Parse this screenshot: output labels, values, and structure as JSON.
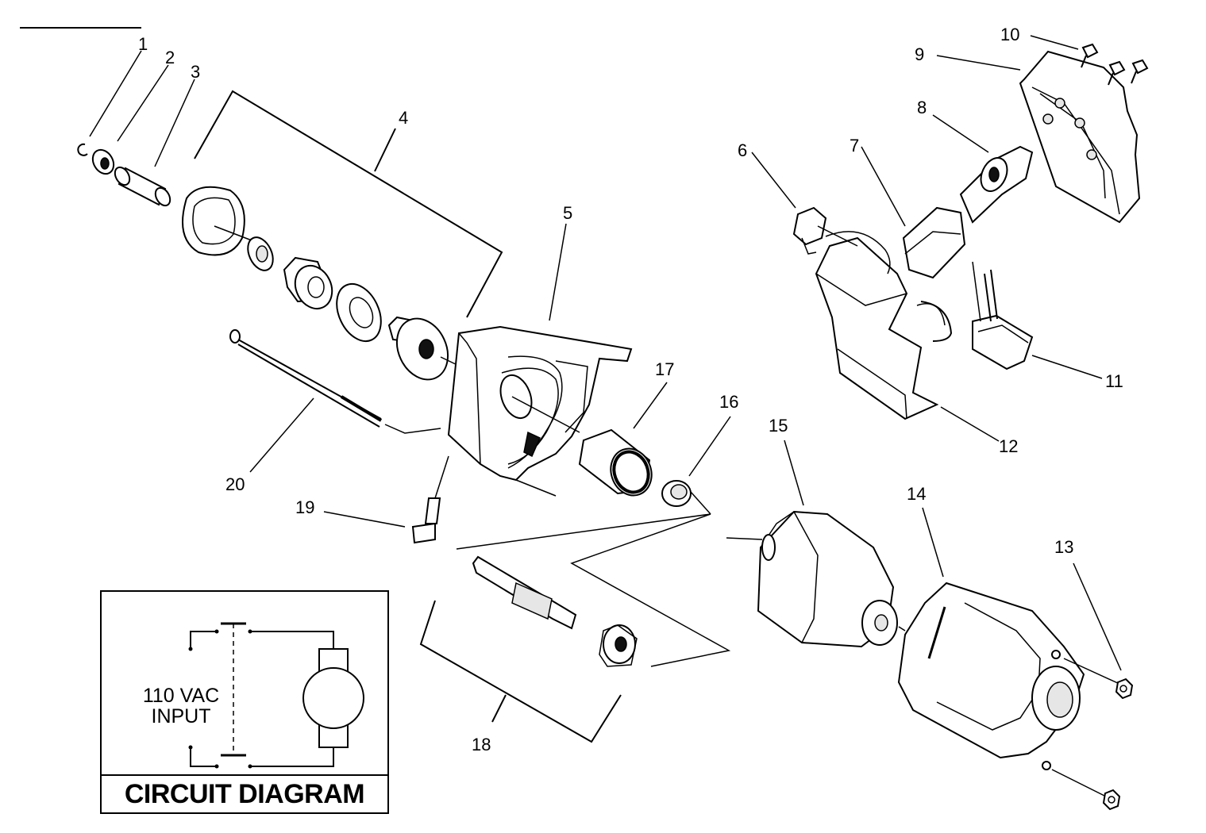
{
  "callouts": {
    "c1": "1",
    "c2": "2",
    "c3": "3",
    "c4": "4",
    "c5": "5",
    "c6": "6",
    "c7": "7",
    "c8": "8",
    "c9": "9",
    "c10": "10",
    "c11": "11",
    "c12": "12",
    "c13": "13",
    "c14": "14",
    "c15": "15",
    "c16": "16",
    "c17": "17",
    "c18": "18",
    "c19": "19",
    "c20": "20"
  },
  "circuit": {
    "title": "CIRCUIT DIAGRAM",
    "input_line1": "110 VAC",
    "input_line2": "INPUT"
  }
}
